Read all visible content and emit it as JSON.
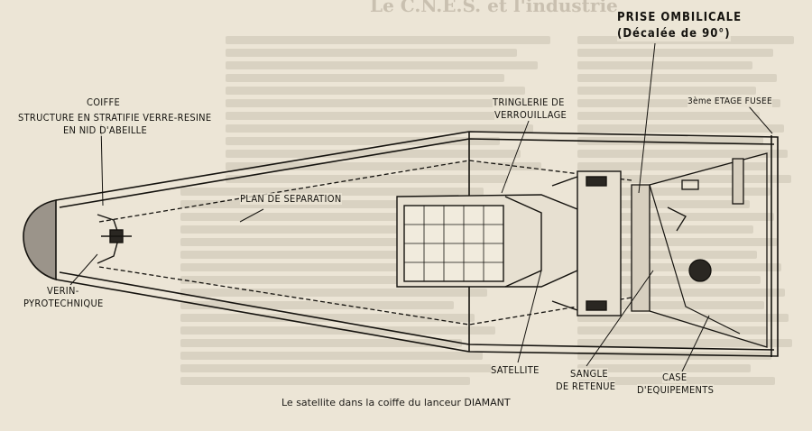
{
  "background_heading": "Le C.N.E.S. et l'industrie",
  "labels": {
    "coiffe": "COIFFE",
    "structure_line1": "STRUCTURE EN STRATIFIE VERRE-RESINE",
    "structure_line2": "EN NID D'ABEILLE",
    "tringlerie_line1": "TRINGLERIE DE",
    "tringlerie_line2": "VERROUILLAGE",
    "prise_line1": "PRISE OMBILICALE",
    "prise_line2": "(Décalée de 90°)",
    "etage": "3ème ETAGE FUSEE",
    "plan": "PLAN DE SEPARATION",
    "verin_line1": "VERIN-",
    "verin_line2": "PYROTECHNIQUE",
    "satellite": "SATELLITE",
    "sangle_line1": "SANGLE",
    "sangle_line2": "DE RETENUE",
    "case_line1": "CASE",
    "case_line2": "D'EQUIPEMENTS"
  },
  "caption": "Le satellite dans la coiffe du lanceur DIAMANT"
}
